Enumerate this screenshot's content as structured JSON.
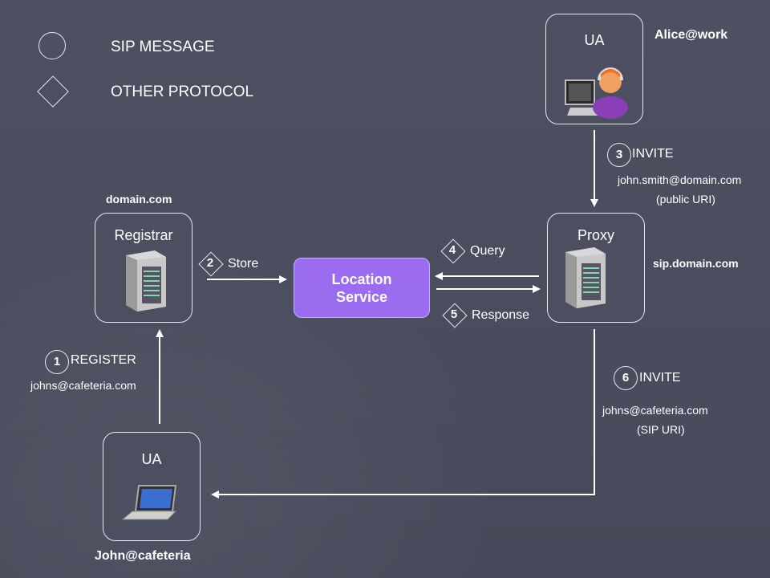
{
  "legend": {
    "sip_message": "SIP MESSAGE",
    "other_protocol": "OTHER PROTOCOL"
  },
  "nodes": {
    "ua_alice": {
      "title": "UA",
      "user": "Alice@work"
    },
    "registrar": {
      "title": "Registrar",
      "domain": "domain.com"
    },
    "proxy": {
      "title": "Proxy",
      "domain": "sip.domain.com"
    },
    "location_service": {
      "line1": "Location",
      "line2": "Service"
    },
    "ua_john": {
      "title": "UA",
      "user": "John@cafeteria"
    }
  },
  "steps": [
    {
      "num": "1",
      "label": "REGISTER",
      "detail": "johns@cafeteria.com"
    },
    {
      "num": "2",
      "label": "Store"
    },
    {
      "num": "3",
      "label": "INVITE",
      "detail": "john.smith@domain.com",
      "detail2": "(public URI)"
    },
    {
      "num": "4",
      "label": "Query"
    },
    {
      "num": "5",
      "label": "Response"
    },
    {
      "num": "6",
      "label": "INVITE",
      "detail": "johns@cafeteria.com",
      "detail2": "(SIP URI)"
    }
  ],
  "colors": {
    "background": "#4a4d5e",
    "location_service": "#9b6cf0",
    "line": "#ffffff"
  }
}
